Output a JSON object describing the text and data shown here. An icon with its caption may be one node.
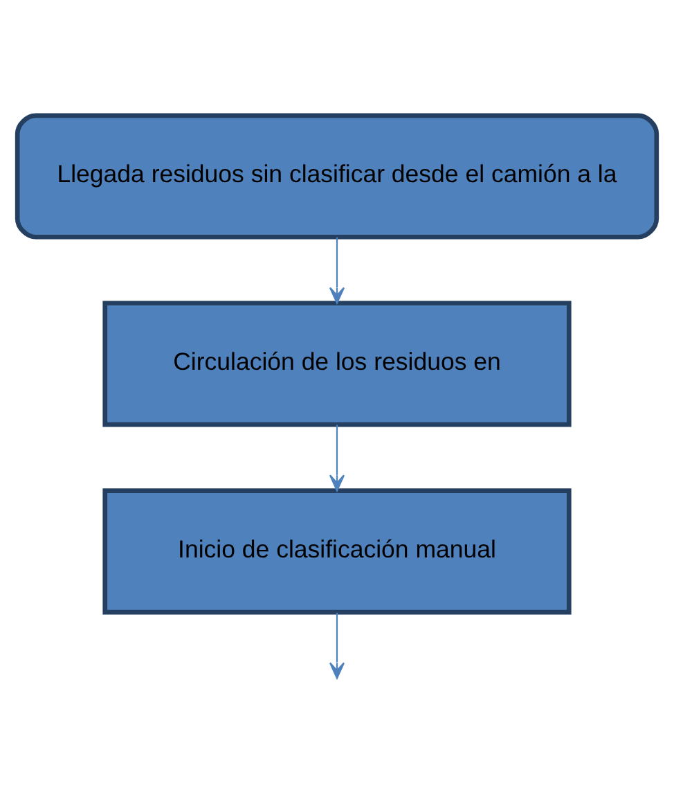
{
  "diagram": {
    "nodes": [
      {
        "text": [
          "Llegada residuos sin clasificar desde el camión a la"
        ]
      },
      {
        "text": [
          "Circulación de los residuos en"
        ]
      },
      {
        "text": [
          "Inicio de clasificación manual"
        ]
      }
    ],
    "edges": [
      {
        "from": 0,
        "to": 1,
        "arrow": "to"
      },
      {
        "from": 1,
        "to": 2,
        "arrow": "to"
      },
      {
        "from": 2,
        "to": null,
        "arrow": "to"
      }
    ]
  }
}
